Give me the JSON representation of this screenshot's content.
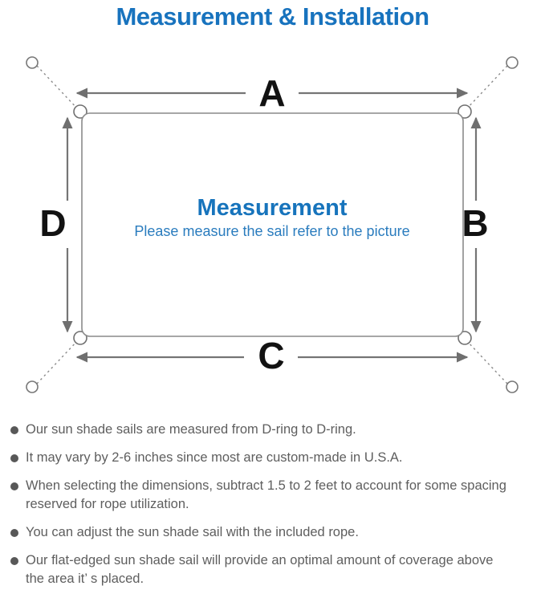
{
  "title": "Measurement & Installation",
  "diagram": {
    "label_a": "A",
    "label_b": "B",
    "label_c": "C",
    "label_d": "D",
    "center_heading": "Measurement",
    "center_subtitle": "Please measure the sail refer to the picture"
  },
  "notes": {
    "items": [
      {
        "lines": [
          "Our sun shade sails are measured from D-ring to D-ring."
        ]
      },
      {
        "lines": [
          "It may vary by 2-6 inches since most are custom-made in U.S.A."
        ]
      },
      {
        "lines": [
          "When selecting the dimensions, subtract 1.5 to 2 feet to account for some spacing",
          "reserved for rope utilization."
        ]
      },
      {
        "lines": [
          "You can adjust the sun shade sail with the included rope."
        ]
      },
      {
        "lines": [
          "Our flat-edged sun shade sail will provide an optimal amount of coverage above",
          "the area it’ s placed."
        ]
      }
    ]
  },
  "colors": {
    "accent_blue": "#1873BE",
    "subtitle_blue": "#2A7CBE",
    "line_gray": "#8A8A8A",
    "arrow_gray": "#6F6F6F",
    "note_text_gray": "#5E5E5E",
    "dim_label_black": "#121212"
  }
}
